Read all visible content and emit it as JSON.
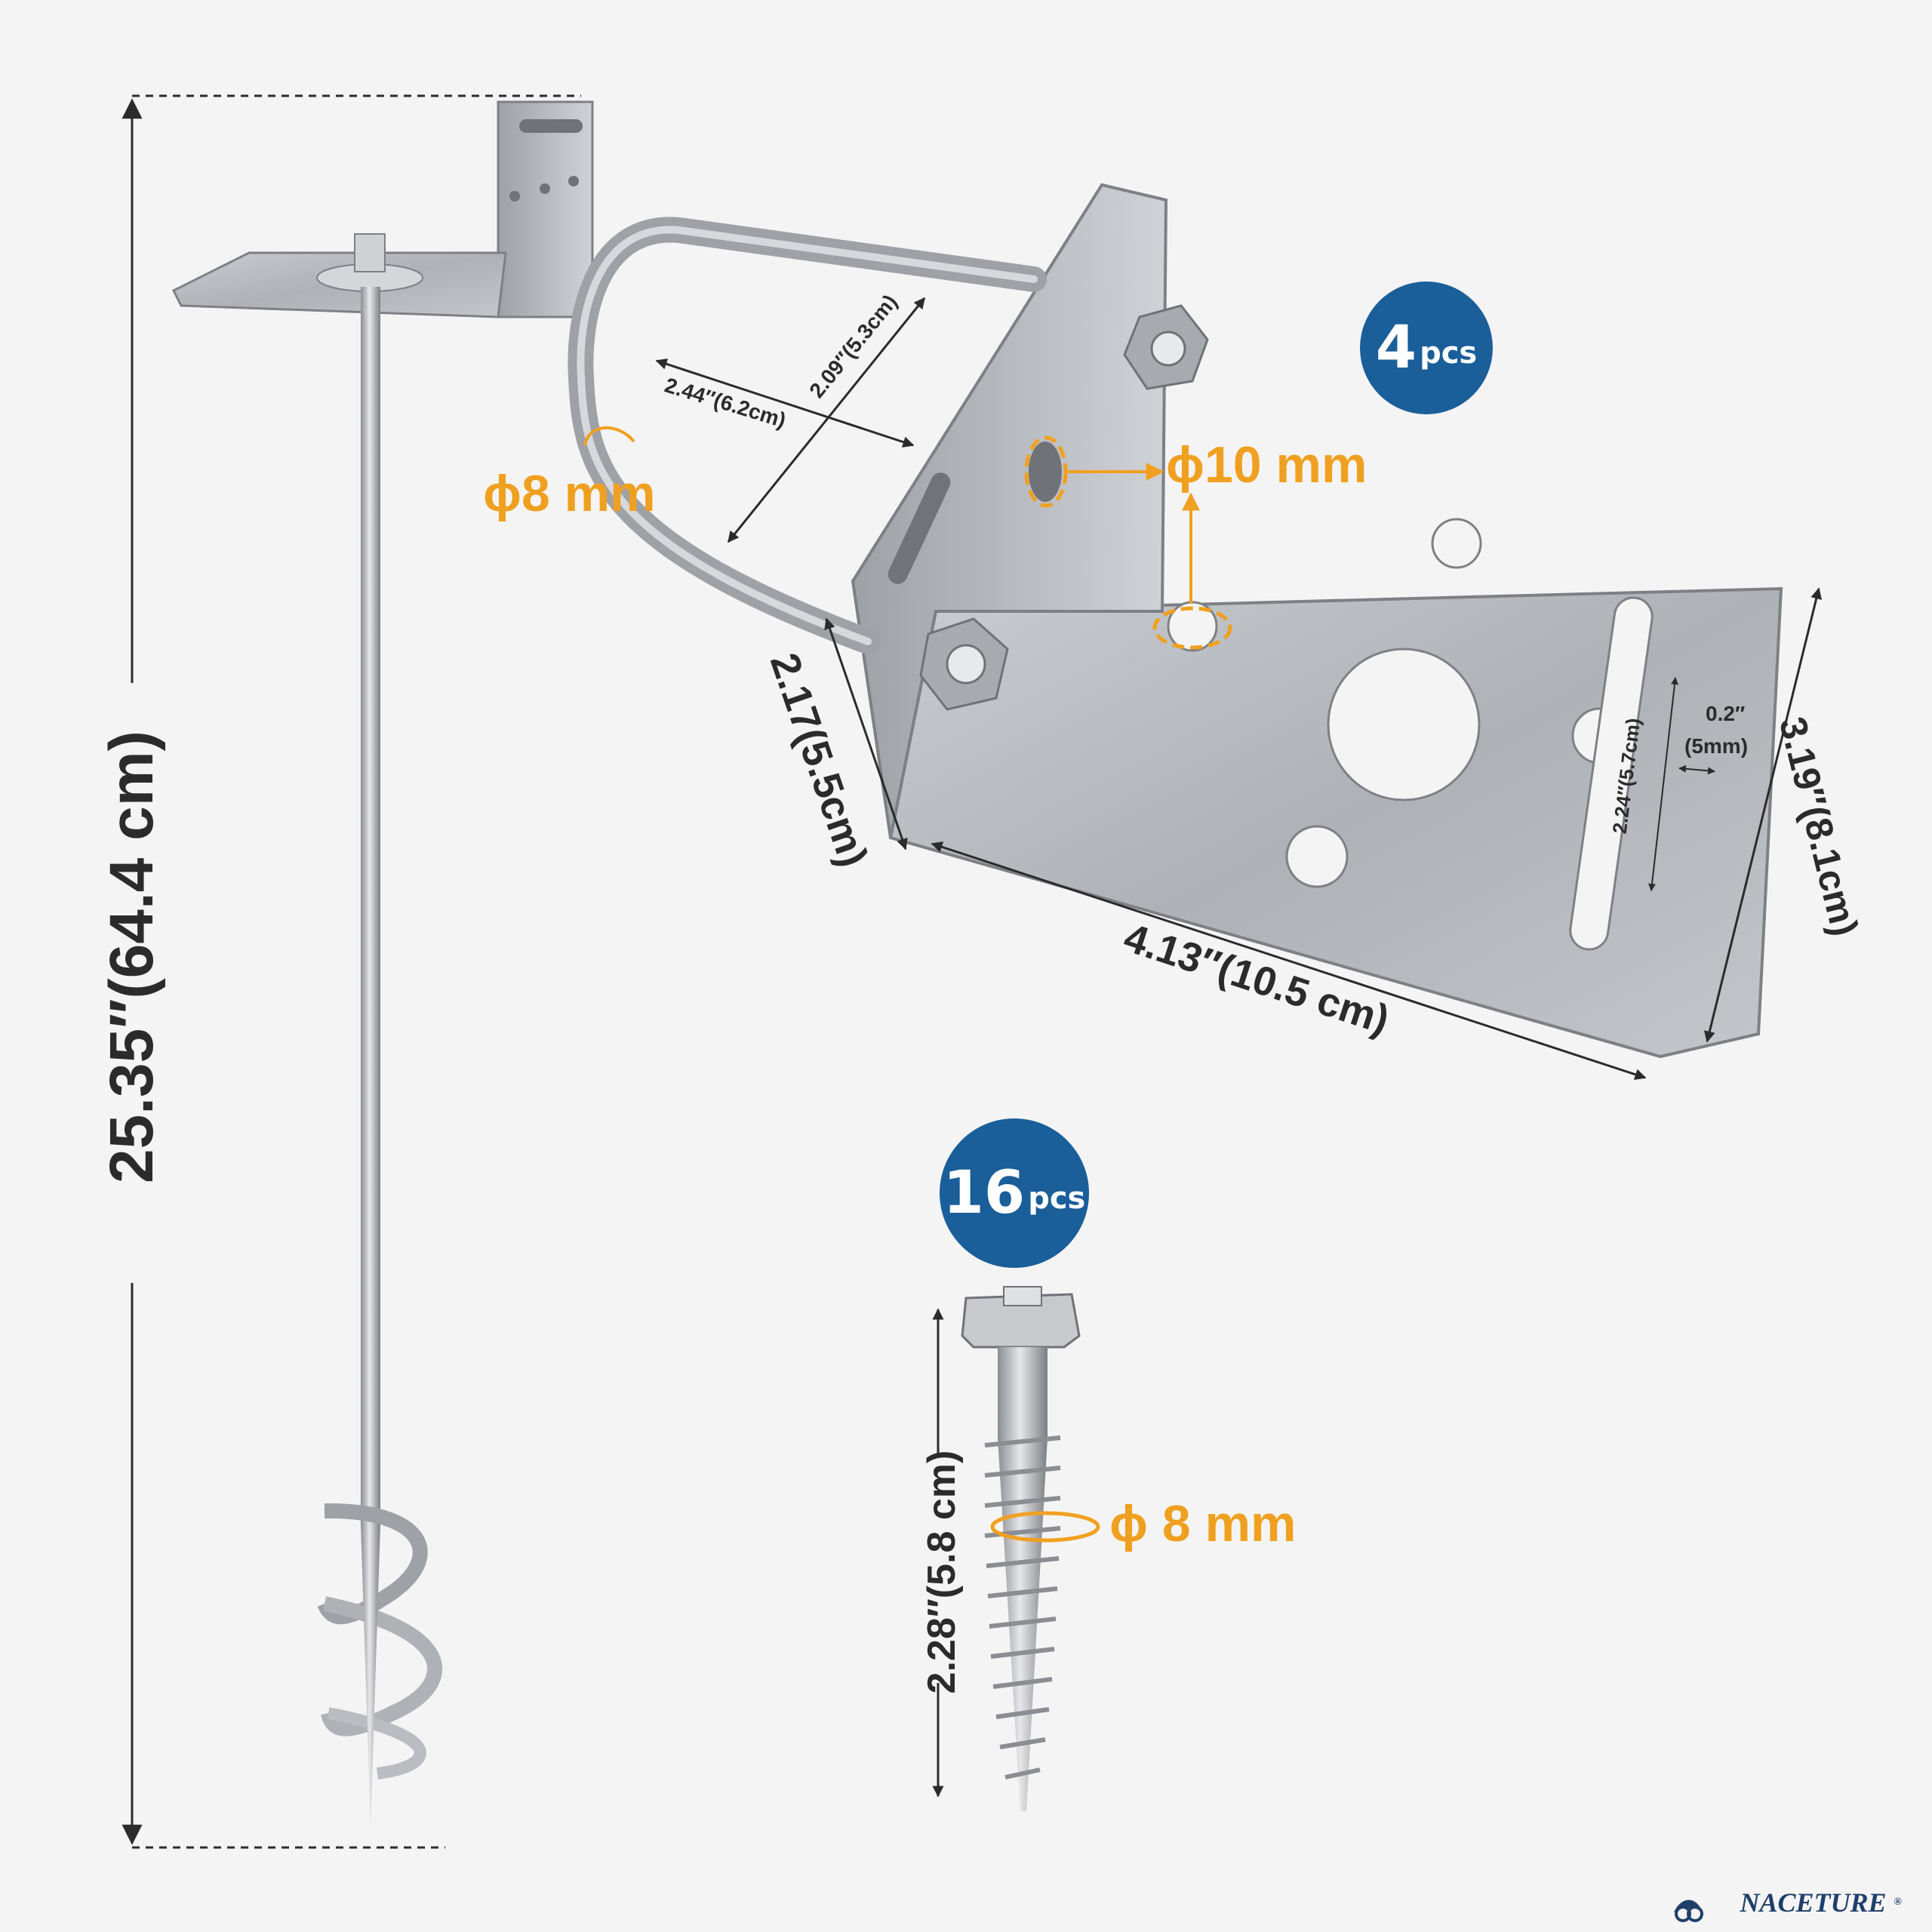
{
  "colors": {
    "accent": "#f0a020",
    "badge": "#1a5e9a",
    "text": "#2b2b2b",
    "metal": "#b9bcc0"
  },
  "anchor": {
    "length_label": "25.35″(64.4 cm)"
  },
  "bracket": {
    "qty_number": "4",
    "qty_unit": "pcs",
    "ubolt_inner_width": "2.44″(6.2cm)",
    "ubolt_inner_height": "2.09″(5.3cm)",
    "ubolt_diameter": "ϕ8 mm",
    "hole_diameter": "ϕ10 mm",
    "ubolt_thread_length": "2.17(5.5cm)",
    "plate_length": "4.13″(10.5 cm)",
    "plate_width": "3.19″(8.1cm)",
    "slot_length": "2.24″(5.7cm)",
    "slot_width_in": "0.2″",
    "slot_width_mm": "(5mm)"
  },
  "screw": {
    "qty_number": "16",
    "qty_unit": "pcs",
    "length_label": "2.28″(5.8 cm)",
    "diameter_label": "ϕ 8 mm"
  },
  "brand": {
    "name": "NACETURE",
    "mark": "®",
    "logo_icon": "nacture-logo-icon"
  }
}
